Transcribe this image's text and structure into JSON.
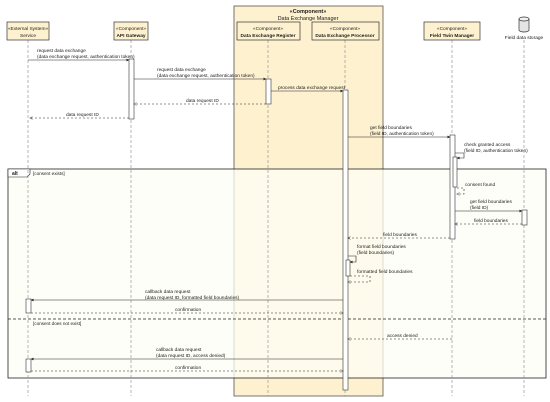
{
  "group": {
    "stereotype": "«Component»",
    "name": "Data Exchange Manager"
  },
  "participants": [
    {
      "stereotype": "«External System»",
      "name": "Service"
    },
    {
      "stereotype": "«Component»",
      "name": "API Gateway"
    },
    {
      "stereotype": "«Component»",
      "name": "Data Exchange Register"
    },
    {
      "stereotype": "«Component»",
      "name": "Data Exchange Processor"
    },
    {
      "stereotype": "«Component»",
      "name": "Field Twin Manager"
    },
    {
      "stereotype": "",
      "name": "Field data storage"
    }
  ],
  "messages": [
    {
      "l1": "request data exchange",
      "l2": "(data exchange request, authentication token)"
    },
    {
      "l1": "request data exchange",
      "l2": "(data exchange request, authentication token)"
    },
    {
      "l1": "process data exchange request",
      "l2": ""
    },
    {
      "l1": "data request ID",
      "l2": ""
    },
    {
      "l1": "data request ID",
      "l2": ""
    },
    {
      "l1": "get field boundaries",
      "l2": "(field ID, authentication token)"
    },
    {
      "l1": "check granted access",
      "l2": "(field ID, authentication token)"
    },
    {
      "l1": "consent found",
      "l2": ""
    },
    {
      "l1": "get field boundaries",
      "l2": "(field ID)"
    },
    {
      "l1": "field boundaries",
      "l2": ""
    },
    {
      "l1": "field boundaries",
      "l2": ""
    },
    {
      "l1": "format field boundaries",
      "l2": "(field boundaries)"
    },
    {
      "l1": "formatted field boundaries",
      "l2": ""
    },
    {
      "l1": "callback data request",
      "l2": "(data request ID, formatted field boundaries)"
    },
    {
      "l1": "confirmation",
      "l2": ""
    },
    {
      "l1": "access denied",
      "l2": ""
    },
    {
      "l1": "callback data request",
      "l2": "(data request ID, access denied)"
    },
    {
      "l1": "confirmation",
      "l2": ""
    }
  ],
  "fragment": {
    "operator": "alt",
    "guard1": "[consent exists]",
    "guard2": "[consent does not exist]"
  }
}
